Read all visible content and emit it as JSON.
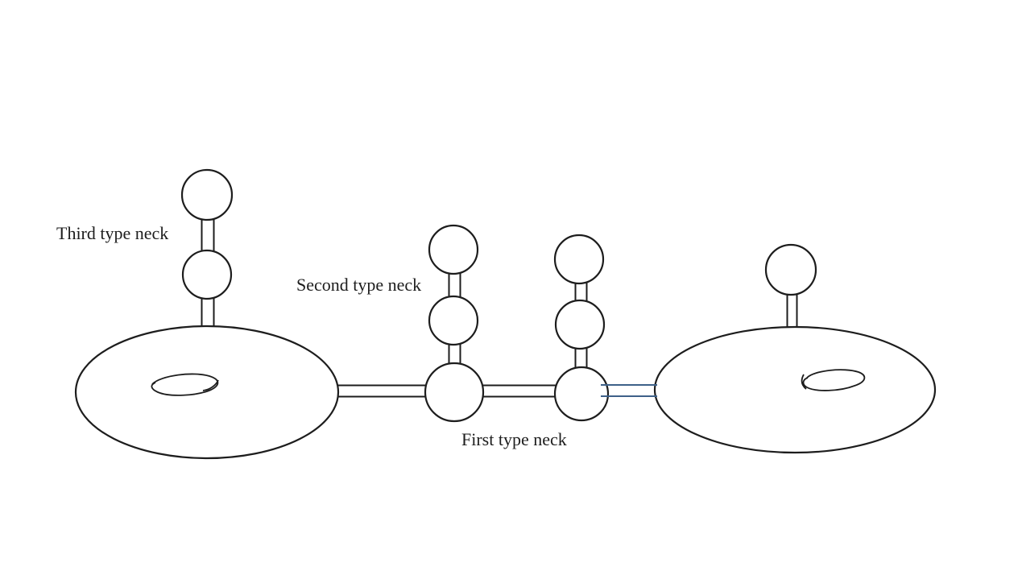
{
  "figure": {
    "background_color": "#ffffff",
    "line_color": "#1d1d1d",
    "accent_line_color": "#3e6189",
    "labels": {
      "third_type_neck": "Third type neck",
      "second_type_neck": "Second type neck",
      "first_type_neck": "First type neck"
    },
    "scene": {
      "description": "Two torus surfaces connected through chains of spheres by tube necks; one neck segment highlighted in blue",
      "left_surface": "torus",
      "right_surface": "torus",
      "sphere_count": 9,
      "neck_types": [
        "First type neck",
        "Second type neck",
        "Third type neck"
      ]
    }
  }
}
